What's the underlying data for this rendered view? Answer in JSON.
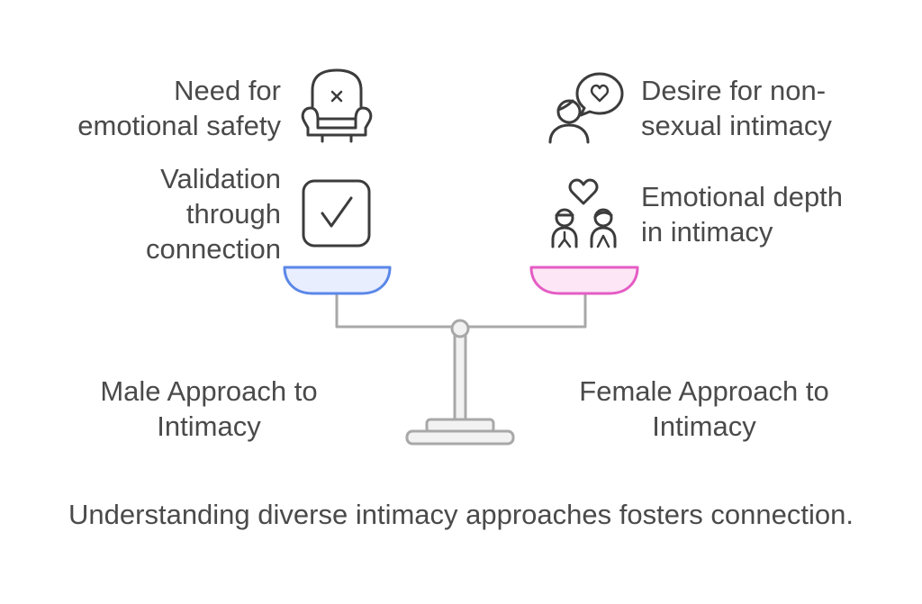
{
  "left_items": [
    {
      "lines": [
        "Need for",
        "emotional safety"
      ],
      "icon": "armchair-icon"
    },
    {
      "lines": [
        "Validation",
        "through",
        "connection"
      ],
      "icon": "checkbox-icon"
    }
  ],
  "right_items": [
    {
      "lines": [
        "Desire for non-",
        "sexual intimacy"
      ],
      "icon": "person-speech-heart-icon"
    },
    {
      "lines": [
        "Emotional depth",
        "in intimacy"
      ],
      "icon": "couple-heart-icon"
    }
  ],
  "left_label": [
    "Male Approach to",
    "Intimacy"
  ],
  "right_label": [
    "Female Approach to",
    "Intimacy"
  ],
  "caption": "Understanding diverse intimacy approaches fosters connection.",
  "colors": {
    "text": "#4a4a4a",
    "left_pan_fill": "#e8eefe",
    "left_pan_stroke": "#5b87e8",
    "right_pan_fill": "#fde6f5",
    "right_pan_stroke": "#e45cc4",
    "scale_stroke": "#a8a8a8",
    "icon_stroke": "#3c3c3c"
  }
}
